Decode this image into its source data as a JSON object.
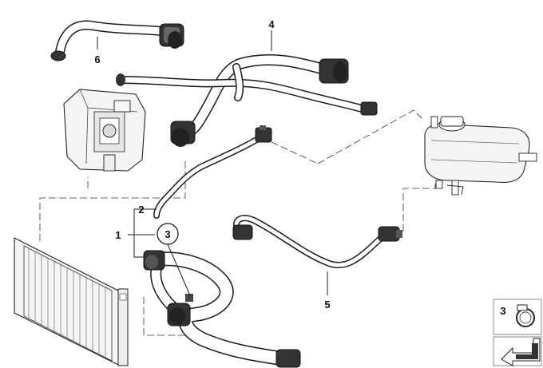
{
  "callouts": {
    "c1": "1",
    "c2": "2",
    "c3": "3",
    "c4": "4",
    "c5": "5",
    "c6": "6"
  },
  "legend": {
    "clamp_number": "3",
    "icon_clamp": "hose-clamp-icon",
    "icon_arrow": "direction-arrow-icon"
  },
  "colors": {
    "line": "#1a1a1a",
    "fill_light": "#f4f4f4",
    "background": "#ffffff"
  }
}
